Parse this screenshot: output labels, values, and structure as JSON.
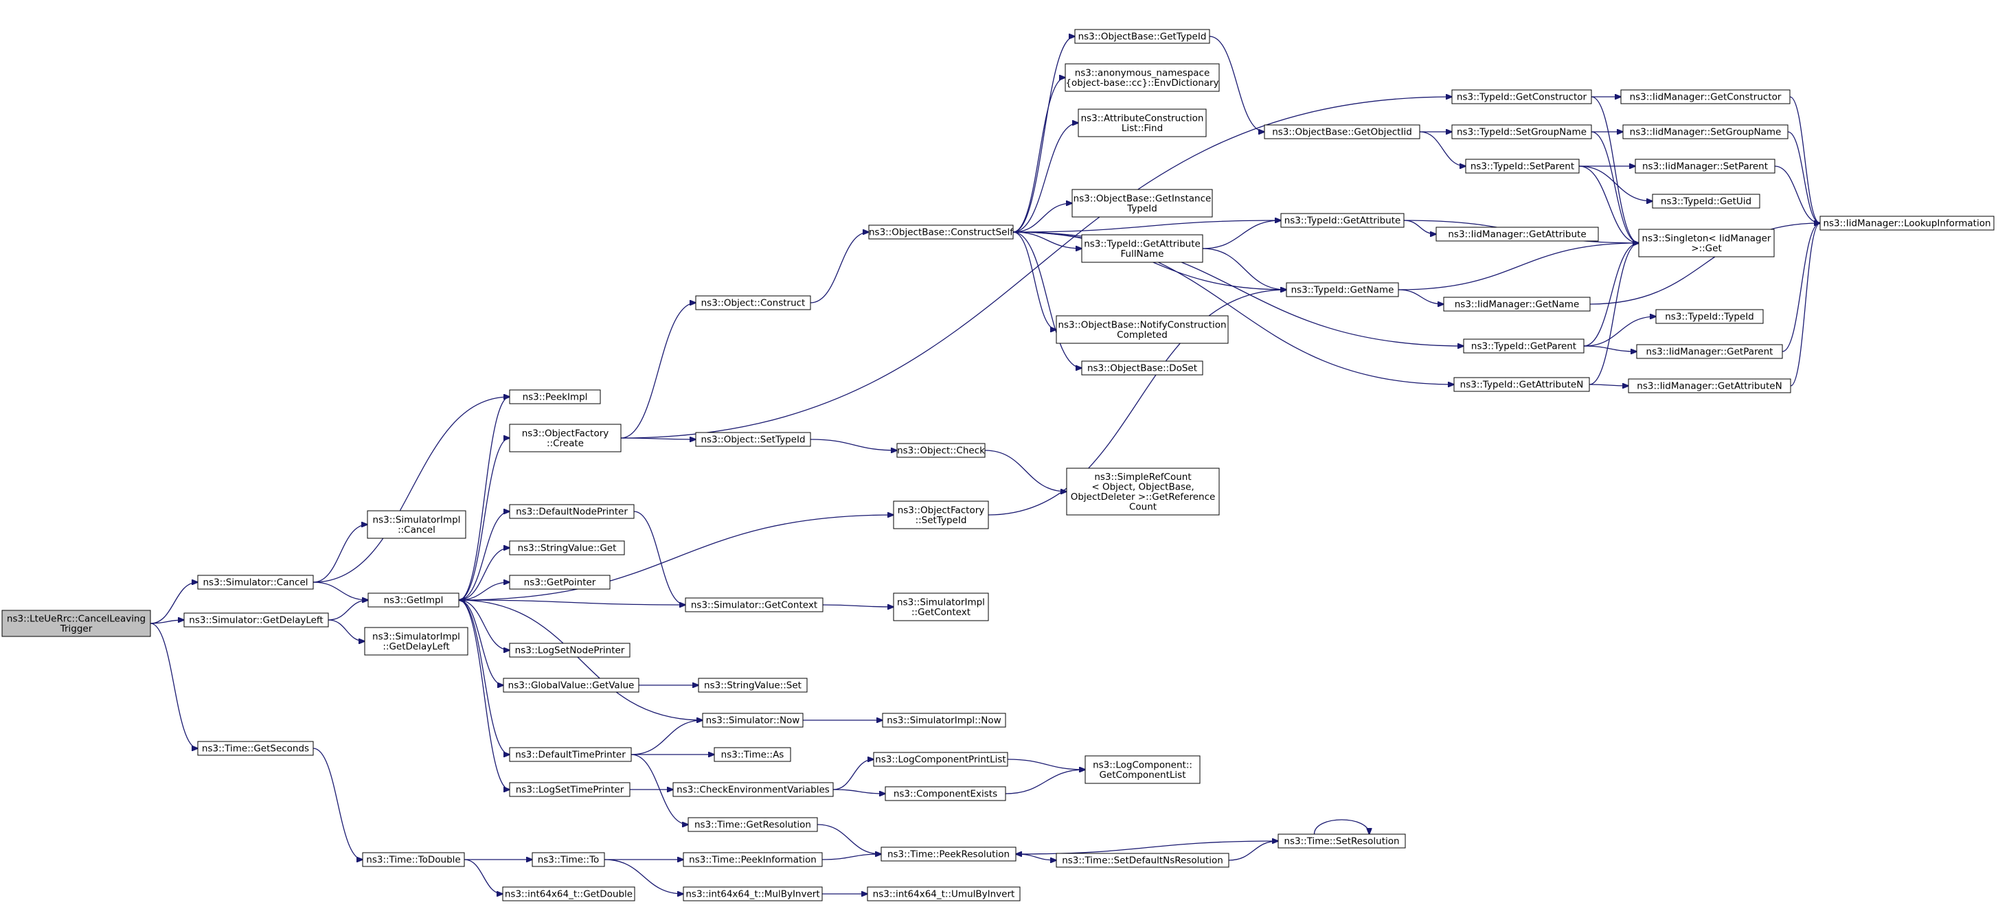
{
  "graph": {
    "root_node": "root",
    "colors": {
      "edge": "#191970",
      "node_fill": "#ffffff",
      "root_fill": "#bfbfbf",
      "node_border": "#000000"
    },
    "nodes": [
      {
        "id": "root",
        "lines": [
          "ns3::LteUeRrc::CancelLeaving",
          "Trigger"
        ]
      },
      {
        "id": "sim_cancel",
        "lines": [
          "ns3::Simulator::Cancel"
        ]
      },
      {
        "id": "sim_delay",
        "lines": [
          "ns3::Simulator::GetDelayLeft"
        ]
      },
      {
        "id": "time_seconds",
        "lines": [
          "ns3::Time::GetSeconds"
        ]
      },
      {
        "id": "simimpl_cancel",
        "lines": [
          "ns3::SimulatorImpl",
          "::Cancel"
        ]
      },
      {
        "id": "simimpl_delay",
        "lines": [
          "ns3::SimulatorImpl",
          "::GetDelayLeft"
        ]
      },
      {
        "id": "getimpl",
        "lines": [
          "ns3::GetImpl"
        ]
      },
      {
        "id": "peekimpl",
        "lines": [
          "ns3::PeekImpl"
        ]
      },
      {
        "id": "of_create",
        "lines": [
          "ns3::ObjectFactory",
          "::Create"
        ]
      },
      {
        "id": "default_node",
        "lines": [
          "ns3::DefaultNodePrinter"
        ]
      },
      {
        "id": "stringvalue_get",
        "lines": [
          "ns3::StringValue::Get"
        ]
      },
      {
        "id": "getpointer",
        "lines": [
          "ns3::GetPointer"
        ]
      },
      {
        "id": "logset_node",
        "lines": [
          "ns3::LogSetNodePrinter"
        ]
      },
      {
        "id": "globalvalue",
        "lines": [
          "ns3::GlobalValue::GetValue"
        ]
      },
      {
        "id": "default_time",
        "lines": [
          "ns3::DefaultTimePrinter"
        ]
      },
      {
        "id": "logset_time",
        "lines": [
          "ns3::LogSetTimePrinter"
        ]
      },
      {
        "id": "obj_construct",
        "lines": [
          "ns3::Object::Construct"
        ]
      },
      {
        "id": "obj_settypeid",
        "lines": [
          "ns3::Object::SetTypeId"
        ]
      },
      {
        "id": "sim_getcontext",
        "lines": [
          "ns3::Simulator::GetContext"
        ]
      },
      {
        "id": "stringvalue_set",
        "lines": [
          "ns3::StringValue::Set"
        ]
      },
      {
        "id": "sim_now",
        "lines": [
          "ns3::Simulator::Now"
        ]
      },
      {
        "id": "time_as",
        "lines": [
          "ns3::Time::As"
        ]
      },
      {
        "id": "check_env",
        "lines": [
          "ns3::CheckEnvironmentVariables"
        ]
      },
      {
        "id": "time_getres",
        "lines": [
          "ns3::Time::GetResolution"
        ]
      },
      {
        "id": "time_todouble",
        "lines": [
          "ns3::Time::ToDouble"
        ]
      },
      {
        "id": "time_to",
        "lines": [
          "ns3::Time::To"
        ]
      },
      {
        "id": "int64_getdouble",
        "lines": [
          "ns3::int64x64_t::GetDouble"
        ]
      },
      {
        "id": "time_peekinfo",
        "lines": [
          "ns3::Time::PeekInformation"
        ]
      },
      {
        "id": "int64_mulbyinv",
        "lines": [
          "ns3::int64x64_t::MulByInvert"
        ]
      },
      {
        "id": "ob_constructself",
        "lines": [
          "ns3::ObjectBase::ConstructSelf"
        ]
      },
      {
        "id": "obj_check",
        "lines": [
          "ns3::Object::Check"
        ]
      },
      {
        "id": "of_settypeid",
        "lines": [
          "ns3::ObjectFactory",
          "::SetTypeId"
        ]
      },
      {
        "id": "simimpl_getcontext",
        "lines": [
          "ns3::SimulatorImpl",
          "::GetContext"
        ]
      },
      {
        "id": "simimpl_now",
        "lines": [
          "ns3::SimulatorImpl::Now"
        ]
      },
      {
        "id": "logcomp_printlist",
        "lines": [
          "ns3::LogComponentPrintList"
        ]
      },
      {
        "id": "comp_exists",
        "lines": [
          "ns3::ComponentExists"
        ]
      },
      {
        "id": "time_peekres",
        "lines": [
          "ns3::Time::PeekResolution"
        ]
      },
      {
        "id": "int64_umulbyinv",
        "lines": [
          "ns3::int64x64_t::UmulByInvert"
        ]
      },
      {
        "id": "ob_gettypeid",
        "lines": [
          "ns3::ObjectBase::GetTypeId"
        ]
      },
      {
        "id": "anon_envdict",
        "lines": [
          "ns3::anonymous_namespace",
          "{object-base::cc}::EnvDictionary"
        ]
      },
      {
        "id": "attr_find",
        "lines": [
          "ns3::AttributeConstruction",
          "List::Find"
        ]
      },
      {
        "id": "ob_getinstance",
        "lines": [
          "ns3::ObjectBase::GetInstance",
          "TypeId"
        ]
      },
      {
        "id": "typeid_getattrfull",
        "lines": [
          "ns3::TypeId::GetAttribute",
          "FullName"
        ]
      },
      {
        "id": "ob_notify",
        "lines": [
          "ns3::ObjectBase::NotifyConstruction",
          "Completed"
        ]
      },
      {
        "id": "ob_doset",
        "lines": [
          "ns3::ObjectBase::DoSet"
        ]
      },
      {
        "id": "simplerefcount",
        "lines": [
          "ns3::SimpleRefCount",
          "< Object, ObjectBase,",
          "ObjectDeleter >::GetReference",
          "Count"
        ]
      },
      {
        "id": "logcomp_getlist",
        "lines": [
          "ns3::LogComponent::",
          "GetComponentList"
        ]
      },
      {
        "id": "time_setdefault",
        "lines": [
          "ns3::Time::SetDefaultNsResolution"
        ]
      },
      {
        "id": "ob_getobjectiid",
        "lines": [
          "ns3::ObjectBase::GetObjectIid"
        ]
      },
      {
        "id": "typeid_getattribute",
        "lines": [
          "ns3::TypeId::GetAttribute"
        ]
      },
      {
        "id": "typeid_getname",
        "lines": [
          "ns3::TypeId::GetName"
        ]
      },
      {
        "id": "typeid_getparent",
        "lines": [
          "ns3::TypeId::GetParent"
        ]
      },
      {
        "id": "typeid_getattrn",
        "lines": [
          "ns3::TypeId::GetAttributeN"
        ]
      },
      {
        "id": "time_setres",
        "lines": [
          "ns3::Time::SetResolution"
        ]
      },
      {
        "id": "typeid_getconstructor",
        "lines": [
          "ns3::TypeId::GetConstructor"
        ]
      },
      {
        "id": "typeid_setgroup",
        "lines": [
          "ns3::TypeId::SetGroupName"
        ]
      },
      {
        "id": "typeid_setparent",
        "lines": [
          "ns3::TypeId::SetParent"
        ]
      },
      {
        "id": "iid_getattribute",
        "lines": [
          "ns3::IidManager::GetAttribute"
        ]
      },
      {
        "id": "iid_getname",
        "lines": [
          "ns3::IidManager::GetName"
        ]
      },
      {
        "id": "typeid_typeid",
        "lines": [
          "ns3::TypeId::TypeId"
        ]
      },
      {
        "id": "iid_getparent",
        "lines": [
          "ns3::IidManager::GetParent"
        ]
      },
      {
        "id": "iid_getattrn",
        "lines": [
          "ns3::IidManager::GetAttributeN"
        ]
      },
      {
        "id": "iid_getconstructor",
        "lines": [
          "ns3::IidManager::GetConstructor"
        ]
      },
      {
        "id": "iid_setgroup",
        "lines": [
          "ns3::IidManager::SetGroupName"
        ]
      },
      {
        "id": "iid_setparent",
        "lines": [
          "ns3::IidManager::SetParent"
        ]
      },
      {
        "id": "typeid_getuid",
        "lines": [
          "ns3::TypeId::GetUid"
        ]
      },
      {
        "id": "singleton_get",
        "lines": [
          "ns3::Singleton< IidManager",
          " >::Get"
        ]
      },
      {
        "id": "iid_lookup",
        "lines": [
          "ns3::IidManager::LookupInformation"
        ]
      }
    ],
    "edges": [
      [
        "root",
        "sim_cancel"
      ],
      [
        "root",
        "sim_delay"
      ],
      [
        "root",
        "time_seconds"
      ],
      [
        "sim_cancel",
        "simimpl_cancel"
      ],
      [
        "sim_cancel",
        "getimpl"
      ],
      [
        "sim_cancel",
        "peekimpl"
      ],
      [
        "sim_delay",
        "getimpl"
      ],
      [
        "sim_delay",
        "simimpl_delay"
      ],
      [
        "time_seconds",
        "time_todouble"
      ],
      [
        "getimpl",
        "peekimpl"
      ],
      [
        "getimpl",
        "of_create"
      ],
      [
        "getimpl",
        "of_settypeid"
      ],
      [
        "getimpl",
        "default_node"
      ],
      [
        "getimpl",
        "stringvalue_get"
      ],
      [
        "getimpl",
        "getpointer"
      ],
      [
        "getimpl",
        "logset_node"
      ],
      [
        "getimpl",
        "globalvalue"
      ],
      [
        "getimpl",
        "sim_now"
      ],
      [
        "getimpl",
        "default_time"
      ],
      [
        "getimpl",
        "logset_time"
      ],
      [
        "of_create",
        "obj_construct"
      ],
      [
        "of_create",
        "obj_settypeid"
      ],
      [
        "of_create",
        "typeid_getconstructor"
      ],
      [
        "default_node",
        "sim_getcontext"
      ],
      [
        "sim_getcontext",
        "getimpl"
      ],
      [
        "sim_getcontext",
        "simimpl_getcontext"
      ],
      [
        "globalvalue",
        "stringvalue_set"
      ],
      [
        "sim_now",
        "simimpl_now"
      ],
      [
        "default_time",
        "sim_now"
      ],
      [
        "default_time",
        "time_as"
      ],
      [
        "default_time",
        "time_getres"
      ],
      [
        "logset_time",
        "check_env"
      ],
      [
        "check_env",
        "logcomp_printlist"
      ],
      [
        "check_env",
        "comp_exists"
      ],
      [
        "logcomp_printlist",
        "logcomp_getlist"
      ],
      [
        "comp_exists",
        "logcomp_getlist"
      ],
      [
        "time_getres",
        "time_peekres"
      ],
      [
        "time_todouble",
        "time_to"
      ],
      [
        "time_todouble",
        "int64_getdouble"
      ],
      [
        "time_to",
        "time_peekinfo"
      ],
      [
        "time_to",
        "int64_mulbyinv"
      ],
      [
        "time_peekinfo",
        "time_peekres"
      ],
      [
        "int64_mulbyinv",
        "int64_umulbyinv"
      ],
      [
        "time_peekres",
        "time_setdefault"
      ],
      [
        "time_setdefault",
        "time_setres"
      ],
      [
        "time_setres",
        "time_peekres"
      ],
      [
        "time_setres",
        "time_setres"
      ],
      [
        "obj_construct",
        "ob_constructself"
      ],
      [
        "obj_settypeid",
        "obj_check"
      ],
      [
        "obj_check",
        "simplerefcount"
      ],
      [
        "of_settypeid",
        "typeid_getname"
      ],
      [
        "ob_constructself",
        "ob_gettypeid"
      ],
      [
        "ob_constructself",
        "anon_envdict"
      ],
      [
        "ob_constructself",
        "attr_find"
      ],
      [
        "ob_constructself",
        "typeid_getattribute"
      ],
      [
        "ob_constructself",
        "ob_getinstance"
      ],
      [
        "ob_constructself",
        "typeid_getattrfull"
      ],
      [
        "ob_constructself",
        "typeid_getname"
      ],
      [
        "ob_constructself",
        "ob_notify"
      ],
      [
        "ob_constructself",
        "ob_doset"
      ],
      [
        "ob_constructself",
        "typeid_getparent"
      ],
      [
        "ob_constructself",
        "typeid_getattrn"
      ],
      [
        "ob_gettypeid",
        "ob_getobjectiid"
      ],
      [
        "typeid_getattrfull",
        "typeid_getattribute"
      ],
      [
        "typeid_getattrfull",
        "typeid_getname"
      ],
      [
        "ob_getobjectiid",
        "typeid_setgroup"
      ],
      [
        "ob_getobjectiid",
        "typeid_setparent"
      ],
      [
        "typeid_getconstructor",
        "iid_getconstructor"
      ],
      [
        "typeid_getconstructor",
        "singleton_get"
      ],
      [
        "typeid_setgroup",
        "iid_setgroup"
      ],
      [
        "typeid_setgroup",
        "singleton_get"
      ],
      [
        "typeid_setparent",
        "iid_setparent"
      ],
      [
        "typeid_setparent",
        "typeid_getuid"
      ],
      [
        "typeid_setparent",
        "singleton_get"
      ],
      [
        "typeid_getattribute",
        "iid_getattribute"
      ],
      [
        "typeid_getattribute",
        "singleton_get"
      ],
      [
        "typeid_getname",
        "iid_getname"
      ],
      [
        "typeid_getname",
        "singleton_get"
      ],
      [
        "typeid_getparent",
        "typeid_typeid"
      ],
      [
        "typeid_getparent",
        "iid_getparent"
      ],
      [
        "typeid_getparent",
        "singleton_get"
      ],
      [
        "typeid_getattrn",
        "iid_getattrn"
      ],
      [
        "typeid_getattrn",
        "singleton_get"
      ],
      [
        "iid_getconstructor",
        "iid_lookup"
      ],
      [
        "iid_setgroup",
        "iid_lookup"
      ],
      [
        "iid_setparent",
        "iid_lookup"
      ],
      [
        "iid_getname",
        "iid_lookup"
      ],
      [
        "iid_getparent",
        "iid_lookup"
      ],
      [
        "iid_getattrn",
        "iid_lookup"
      ]
    ]
  }
}
